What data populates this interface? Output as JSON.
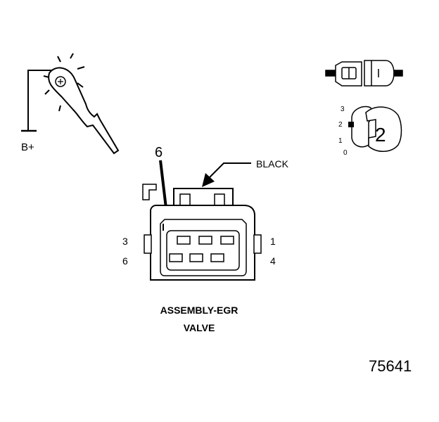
{
  "labels": {
    "battery": "B+",
    "pin_pointer": "6",
    "connector_color": "BLACK",
    "pin_left_top": "3",
    "pin_left_bottom": "6",
    "pin_right_top": "1",
    "pin_right_bottom": "4",
    "assembly_line1": "ASSEMBLY-EGR",
    "assembly_line2": "VALVE",
    "figure_number": "75641"
  },
  "selector": {
    "value": "2",
    "scale": [
      "3",
      "2",
      "1",
      "0"
    ]
  },
  "icons": [
    "test-light-probe-icon",
    "ground-wire-icon",
    "connector-plug-icon",
    "selector-knob-icon"
  ]
}
